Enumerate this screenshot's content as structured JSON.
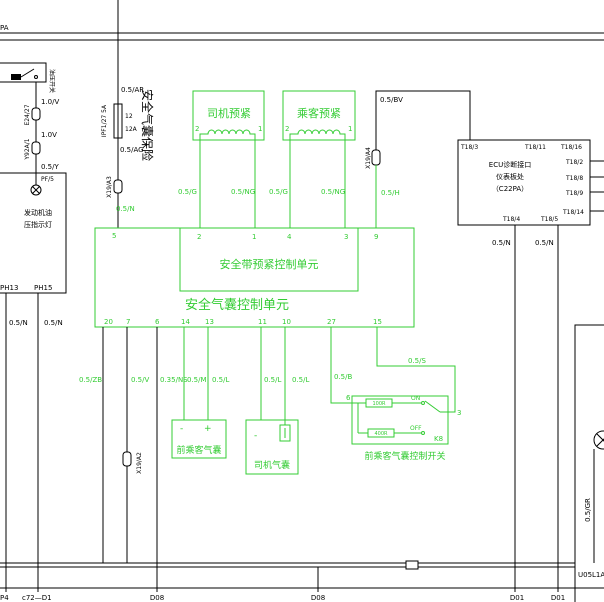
{
  "header": {
    "bus_label": "PA"
  },
  "oil_pressure": {
    "switch_label": "油压开关",
    "wire_top": "1.0/V",
    "connector_top": "E24/27",
    "wire_mid": "1.0V",
    "connector_mid": "Y92A/1",
    "wire_bottom": "0.5/Y",
    "lamp_pin": "PF/5",
    "lamp_text_1": "发动机油",
    "lamp_text_2": "压指示灯",
    "pin_left": "PH13",
    "pin_right": "PH15",
    "wire_left": "0.5/N",
    "wire_right": "0.5/N"
  },
  "fuse": {
    "wire_in": "0.5/AR",
    "id": "IPF1/27 5A",
    "pin_top": "12",
    "pin_bottom": "12A",
    "wire_out": "0.5/AG",
    "title": "安全气囊保险",
    "connector": "X19/A3",
    "wire_to_unit": "0.5/N"
  },
  "pretensioners": [
    {
      "label": "司机预紧",
      "pin_a": "2",
      "pin_b": "1",
      "wire_a": "0.5/G",
      "wire_b": "0.5/NG"
    },
    {
      "label": "乘客预紧",
      "pin_a": "2",
      "pin_b": "1",
      "wire_a": "0.5/G",
      "wire_b": "0.5/NG"
    }
  ],
  "power": {
    "wire": "0.5/BV",
    "connector": "X19/A4",
    "wire_to_unit": "0.5/H"
  },
  "airbag_unit": {
    "title": "安全气囊控制单元",
    "sub_title": "安全带预紧控制单元",
    "top_pins": [
      "5",
      "2",
      "1",
      "4",
      "3",
      "9"
    ],
    "bottom_pins": [
      "20",
      "7",
      "6",
      "14",
      "13",
      "11",
      "10",
      "27",
      "15"
    ]
  },
  "unit_wires": {
    "pin20": "0.5/ZB",
    "pin7": "0.5/V",
    "pin6": "0.35/NS",
    "pin14": "0.5/M",
    "pin13": "0.5/L",
    "pin11": "0.5/L",
    "pin10": "0.5/L",
    "pin27": "0.5/B",
    "pin15": "0.5/S"
  },
  "connector_a2": "X19/A2",
  "passenger_airbag": {
    "label": "前乘客气囊",
    "minus": "-",
    "plus": "+"
  },
  "driver_airbag": {
    "label": "司机气囊",
    "minus": "-"
  },
  "switch": {
    "label": "前乘客气囊控制开关",
    "id": "K8",
    "pin_in": "6",
    "pin_out": "3",
    "res_on": "100R",
    "res_off": "400R",
    "on": "ON",
    "off": "OFF"
  },
  "ecu": {
    "line1": "ECU诊断接口",
    "line2": "仪表板处",
    "line3": "（C22PA）",
    "top_pins": [
      "T18/3",
      "T18/11",
      "T18/16"
    ],
    "right_pins": [
      "T18/2",
      "T18/8",
      "T18/9",
      "T18/14"
    ],
    "bottom_pins": [
      "T18/4",
      "T18/5"
    ],
    "wire_a": "0.5/N",
    "wire_b": "0.5/N"
  },
  "right_side": {
    "wire": "0.5/GR",
    "connector": "U05L1A"
  },
  "ground_labels": [
    "P4",
    "c72—D1",
    "D08",
    "D08",
    "D01",
    "D01"
  ],
  "colors": {
    "unit_green": "#33cc33",
    "wire_black": "#000000"
  }
}
